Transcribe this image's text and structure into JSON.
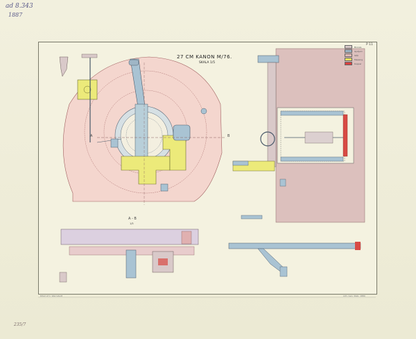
{
  "corner": {
    "catalog_top": "ad 8.343",
    "year": "1887",
    "catalog_bottom": "235/7",
    "plate_number": "P 11"
  },
  "drawing": {
    "title": "27 CM KANON M/76.",
    "scale": "SKALA 1/5",
    "section_label": "A - B",
    "section_scale": "1/5",
    "point_a": "A",
    "point_b": "B"
  },
  "legend": [
    {
      "label": "Bronze",
      "color": "#d9c9c9"
    },
    {
      "label": "Gjutjern",
      "color": "#9fb6c6"
    },
    {
      "label": "Stål",
      "color": "#e3b9b6"
    },
    {
      "label": "Messing",
      "color": "#e8e060"
    },
    {
      "label": "Koppar",
      "color": "#d94040"
    }
  ],
  "footer": {
    "left": "Ritad af C. Wernstedt",
    "right": "Lith. Gen. Stab. 1889"
  },
  "colors": {
    "paper": "#f4f2e0",
    "pink": "#f2cfc6",
    "blue": "#a9c3d3",
    "yellow": "#ecea7a",
    "red": "#d84a44",
    "brown": "#dcc0bd"
  }
}
